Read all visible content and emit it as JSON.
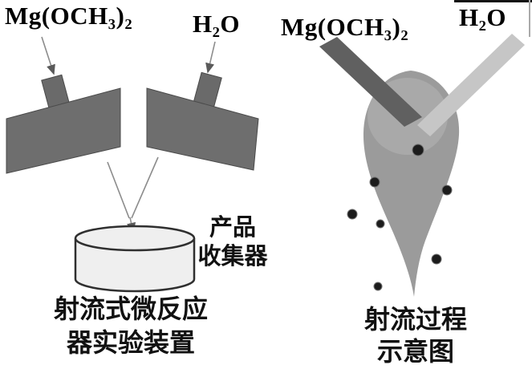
{
  "figure": {
    "left_panel": {
      "reagent_label_1": "Mg(OCH₃)₂",
      "reagent_label_2": "H₂O",
      "collector_label_line1": "产品",
      "collector_label_line2": "收集器",
      "caption_line1": "射流式微反应",
      "caption_line2": "器实验装置"
    },
    "right_panel": {
      "reagent_label_1": "Mg(OCH₃)₂",
      "reagent_label_2": "H₂O",
      "caption_line1": "射流过程",
      "caption_line2": "示意图"
    }
  },
  "colors": {
    "nozzle_block": "#6e6e6e",
    "nozzle_tip": "#6a6a6a",
    "dark_jet": "#606060",
    "light_jet": "#c6c6c6",
    "plume": "#9b9b9b",
    "plume_highlight": "#b3b3b3",
    "cylinder_fill": "#efefef",
    "particle": "#1c1c1c",
    "artifact_black": "#111111",
    "artifact_gray": "#aaaaaa"
  }
}
